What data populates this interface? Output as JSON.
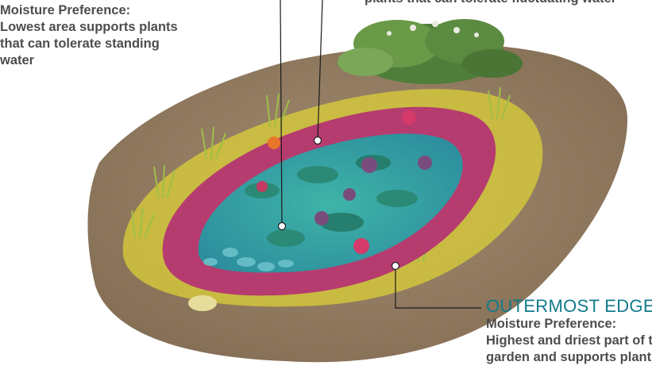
{
  "zones": {
    "lowest": {
      "heading": "Moisture Preference:",
      "lines": [
        "Lowest area supports plants",
        "that can tolerate standing",
        "water"
      ]
    },
    "middle": {
      "line": "plants that can tolerate fluctuating water"
    },
    "outermost": {
      "title": "OUTERMOST EDGE",
      "heading": "Moisture Preference:",
      "lines": [
        "Highest  and driest part of the",
        "garden and supports plants"
      ]
    }
  },
  "colors": {
    "soil": "#8a7357",
    "outer_zone": "#d8cc3a",
    "middle_zone": "#b8336e",
    "wet_zone": "#3aa7a4",
    "title": "#117a8b",
    "text": "#4d4d4d"
  }
}
